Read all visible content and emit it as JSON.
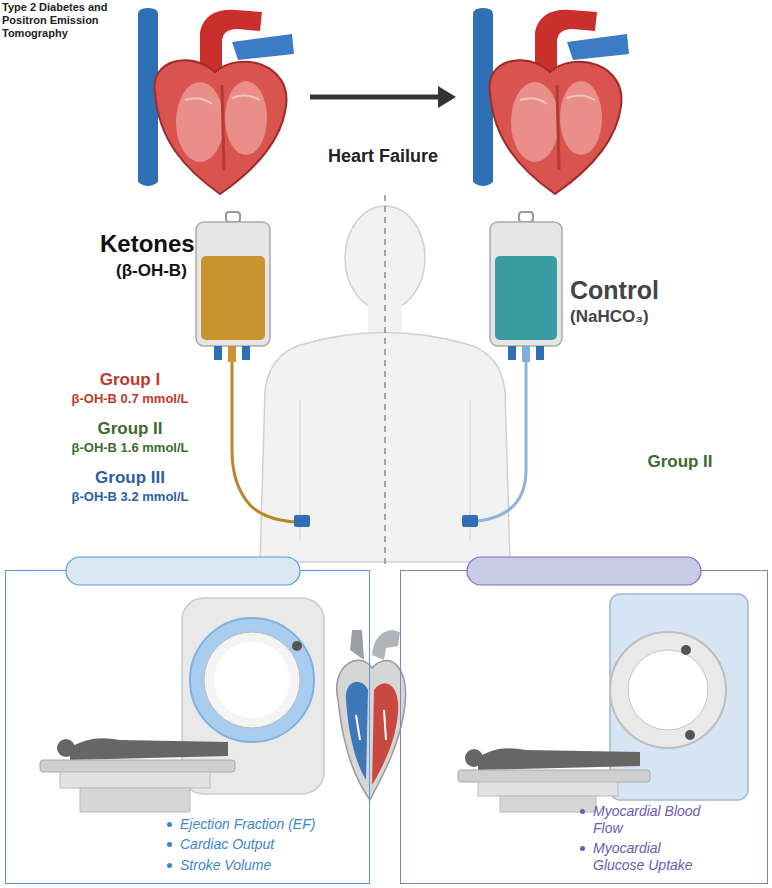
{
  "diagram": {
    "nodes": [
      {
        "text": [
          "Ejection Fraction (EF)",
          "Cardiac Output",
          "Stroke Volume"
        ]
      },
      {
        "text": [
          "Myocardial Blood Flow",
          "Myocardial Glucose Uptake"
        ]
      }
    ],
    "labels": [
      "Type 2 Diabetes and",
      "Positron Emission Tomography",
      "Heart Failure",
      "Ketones",
      "(β-OH-B)",
      "Control",
      "(NaHCO₃)",
      "Group I",
      "β-OH-B 0.7 mmol/L",
      "Group II",
      "β-OH-B 1.6 mmol/L",
      "Group III",
      "β-OH-B 3.2 mmol/L",
      "Group II"
    ]
  }
}
